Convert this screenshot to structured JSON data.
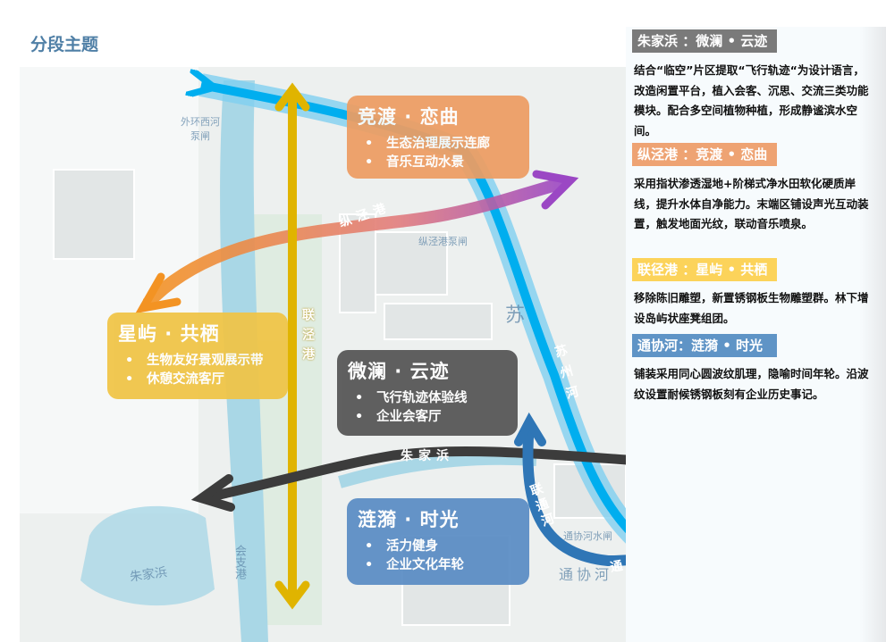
{
  "title": "分段主题",
  "cards": {
    "jingdu": {
      "title": "竞渡 · 恋曲",
      "items": [
        "生态治理展示连廊",
        "音乐互动水景"
      ],
      "color": "#ed9d63"
    },
    "xingyu": {
      "title": "星屿 · 共栖",
      "items": [
        "生物友好景观展示带",
        "休憩交流客厅"
      ],
      "color": "#f0c445"
    },
    "weilan": {
      "title": "微澜 · 云迹",
      "items": [
        "飞行轨迹体验线",
        "企业会客厅"
      ],
      "color": "#555555"
    },
    "lianyi": {
      "title": "涟漪 · 时光",
      "items": [
        "活力健身",
        "企业文化年轮"
      ],
      "color": "#5a8cc4"
    }
  },
  "arrow_labels": {
    "zongjinggang": "纵泾港",
    "lianjinggang": "联泾港",
    "zhujiabang": "朱家浜",
    "suzhouhe": "苏州河",
    "liantonghe": "联通河",
    "tongxiehe": "通协河"
  },
  "map_labels": {
    "waihuan": "外环西河泵闸",
    "zongjing_pump": "纵泾港泵闸",
    "zhujiabang": "朱家浜",
    "huizhigang": "会支港",
    "tongxiehe": "通协河",
    "tongxie_sluice": "通协河水闸",
    "su": "苏"
  },
  "panel": [
    {
      "heading": "朱家浜 ：微澜 • 云迹",
      "color": "#7a7a7a",
      "text": "结合“临空”片区提取“飞行轨迹“为设计语言，改造闲置平台，植入会客、沉思、交流三类功能模块。配合多空间植物种植，形成静谧滨水空间。"
    },
    {
      "heading": "纵泾港 ：竞渡 • 恋曲",
      "color": "#eea373",
      "text": "采用指状渗透湿地+阶梯式净水田软化硬质岸线，提升水体自净能力。末端区铺设声光互动装置，触发地面光纹，联动音乐喷泉。"
    },
    {
      "heading": "联径港 ：星屿 • 共栖",
      "color": "#fcd35a",
      "text": "移除陈旧雕塑，新置锈钢板生物雕塑群。林下增设岛屿状座凳组团。"
    },
    {
      "heading": "通协河：涟漪 • 时光",
      "color": "#5f94c6",
      "text": "铺装采用同心圆波纹肌理，隐喻时间年轮。沿波纹设置耐候锈钢板刻有企业历史事记。"
    }
  ]
}
